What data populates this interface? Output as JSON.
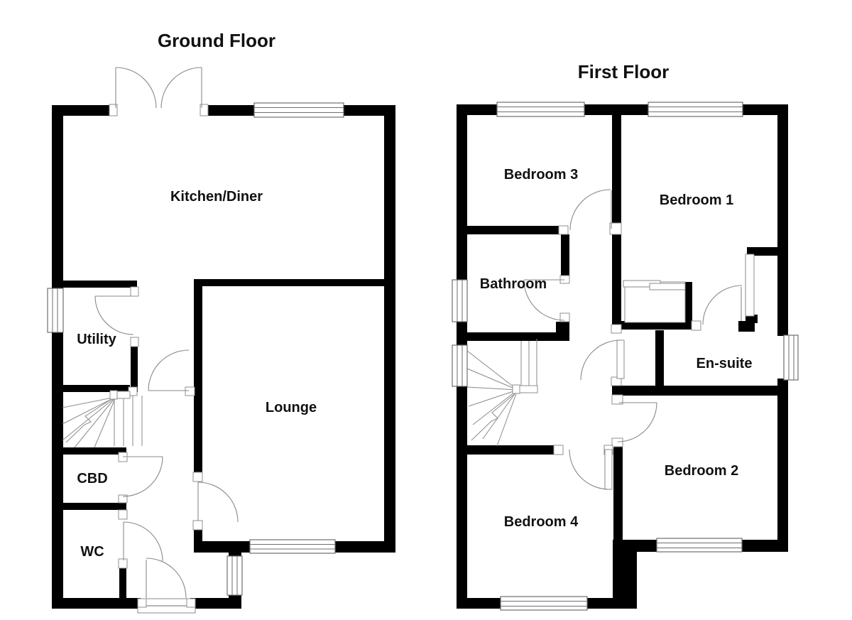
{
  "document": {
    "type": "house-floor-plan",
    "background": "#ffffff"
  },
  "colors": {
    "wall": "#000000",
    "door_line": "#8a8a8a",
    "window_line": "#6e6e6e",
    "text": "#111111",
    "background": "#ffffff"
  },
  "floors": [
    {
      "title": "Ground Floor",
      "rooms": [
        {
          "label": "Kitchen/Diner"
        },
        {
          "label": "Utility"
        },
        {
          "label": "Lounge"
        },
        {
          "label": "CBD"
        },
        {
          "label": "WC"
        }
      ]
    },
    {
      "title": "First Floor",
      "rooms": [
        {
          "label": "Bedroom 3"
        },
        {
          "label": "Bedroom 1"
        },
        {
          "label": "Bathroom"
        },
        {
          "label": "En-suite"
        },
        {
          "label": "Bedroom 2"
        },
        {
          "label": "Bedroom 4"
        }
      ]
    }
  ]
}
